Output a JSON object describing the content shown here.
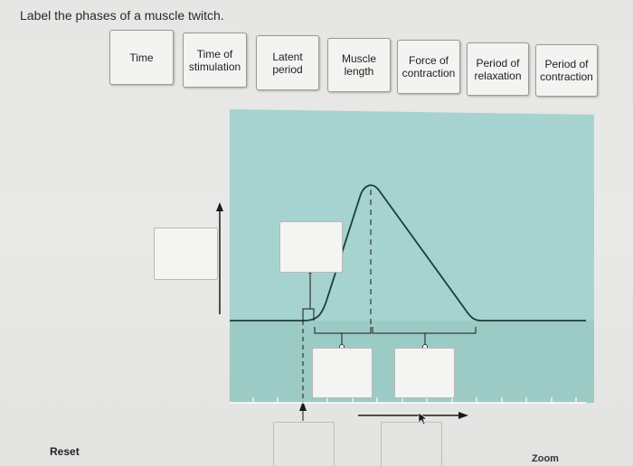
{
  "question": {
    "title": "Label the phases of a muscle twitch."
  },
  "word_bank": [
    {
      "label": "Time"
    },
    {
      "label": "Time of\nstimulation"
    },
    {
      "label": "Latent\nperiod"
    },
    {
      "label": "Muscle\nlength"
    },
    {
      "label": "Force of\ncontraction"
    },
    {
      "label": "Period of\nrelaxation"
    },
    {
      "label": "Period of\ncontraction"
    }
  ],
  "controls": {
    "reset_label": "Reset",
    "zoom_label": "Zoom"
  },
  "colors": {
    "panel": "#a6d3cf",
    "panel_lower": "#9ccbc6",
    "curve": "#1d3d3b"
  }
}
